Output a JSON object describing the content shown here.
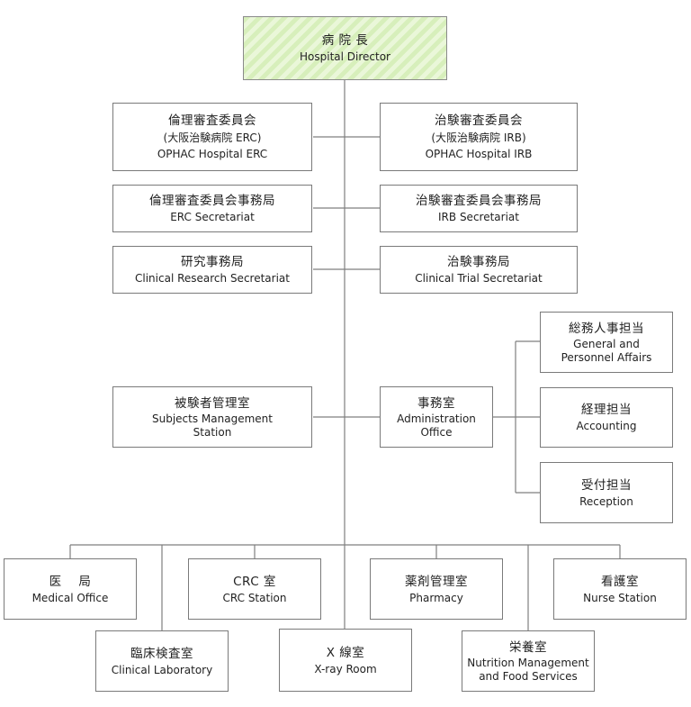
{
  "director": {
    "ja": "病 院 長",
    "en": "Hospital Director"
  },
  "ethics_committee": {
    "ja": "倫理審査委員会",
    "ja_sub": "(大阪治験病院 ERC)",
    "en": "OPHAC Hospital ERC"
  },
  "irb_committee": {
    "ja": "治験審査委員会",
    "ja_sub": "(大阪治験病院 IRB)",
    "en": "OPHAC Hospital IRB"
  },
  "erc_secretariat": {
    "ja": "倫理審査委員会事務局",
    "en": "ERC Secretariat"
  },
  "irb_secretariat": {
    "ja": "治験審査委員会事務局",
    "en": "IRB Secretariat"
  },
  "clinical_research_secretariat": {
    "ja": "研究事務局",
    "en": "Clinical Research Secretariat"
  },
  "clinical_trial_secretariat": {
    "ja": "治験事務局",
    "en": "Clinical Trial Secretariat"
  },
  "subjects_management": {
    "ja": "被験者管理室",
    "en1": "Subjects Management",
    "en2": "Station"
  },
  "administration": {
    "ja": "事務室",
    "en1": "Administration",
    "en2": "Office"
  },
  "general_affairs": {
    "ja": "総務人事担当",
    "en1": "General and",
    "en2": "Personnel Affairs"
  },
  "accounting": {
    "ja": "経理担当",
    "en": "Accounting"
  },
  "reception": {
    "ja": "受付担当",
    "en": "Reception"
  },
  "medical_office": {
    "ja": "医　 局",
    "en": "Medical Office"
  },
  "crc_station": {
    "ja": "CRC 室",
    "en": "CRC Station"
  },
  "pharmacy": {
    "ja": "薬剤管理室",
    "en": "Pharmacy"
  },
  "nurse_station": {
    "ja": "看護室",
    "en": "Nurse Station"
  },
  "clinical_laboratory": {
    "ja": "臨床検査室",
    "en": "Clinical Laboratory"
  },
  "xray_room": {
    "ja": "X 線室",
    "en": "X-ray Room"
  },
  "nutrition": {
    "ja": "栄養室",
    "en1": "Nutrition Management",
    "en2": "and Food Services"
  }
}
